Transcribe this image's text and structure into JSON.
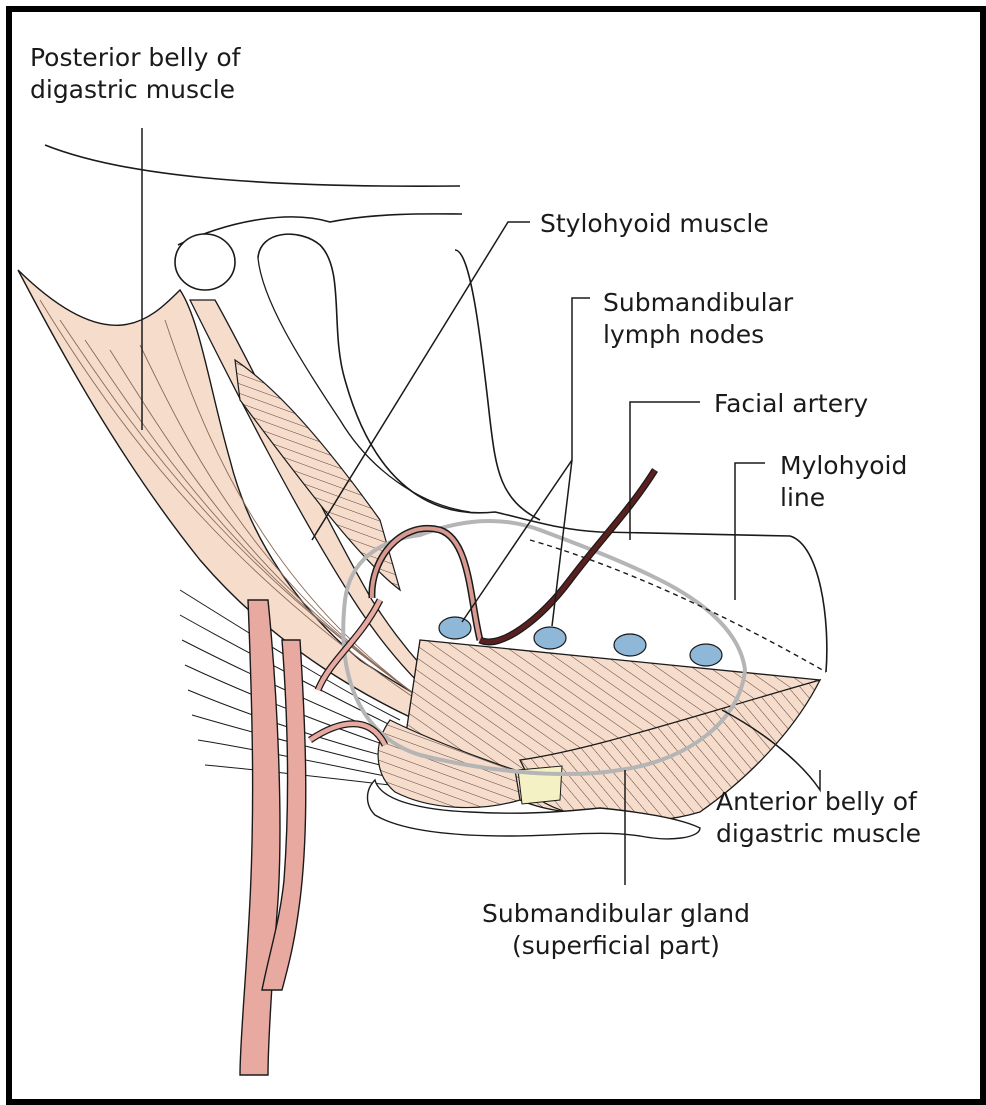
{
  "labels": {
    "posterior_belly": [
      "Posterior belly of",
      "digastric muscle"
    ],
    "stylohyoid": "Stylohyoid muscle",
    "lymph_nodes": [
      "Submandibular",
      "lymph nodes"
    ],
    "facial_artery": "Facial artery",
    "mylohyoid_line": [
      "Mylohyoid",
      "line"
    ],
    "anterior_belly": [
      "Anterior belly of",
      "digastric muscle"
    ],
    "gland": [
      "Submandibular gland",
      "(superficial part)"
    ]
  },
  "colors": {
    "muscle": "#f6dccb",
    "artery": "#e8aaa0",
    "facial_artery": "#5a1f1f",
    "lymph_node": "#8fb8d8",
    "gland_outline": "#b5b5b5",
    "hyoid": "#f4f2c4",
    "outline": "#1a1a1a"
  }
}
